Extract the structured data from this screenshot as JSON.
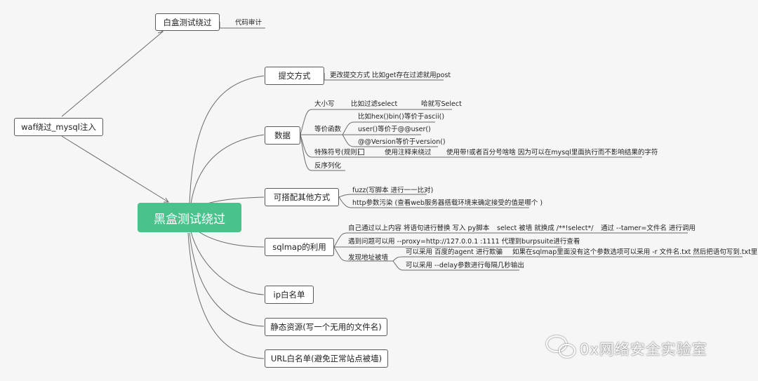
{
  "root": "黑盒测试绕过",
  "waf": "waf绕过_mysql注入",
  "whitebox": {
    "label": "白盒测试绕过",
    "child": "代码审计"
  },
  "branches": {
    "submit": {
      "label": "提交方式",
      "child": "更改提交方式  比如get存在过滤就用post"
    },
    "data": {
      "label": "数据",
      "case": {
        "label": "大小写",
        "c1": "比如过滤select",
        "c2": "哈就写Select"
      },
      "equiv": {
        "label": "等价函数",
        "c1": "比如hex()bin()等价于ascii()",
        "c2": "user()等价于@@user()",
        "c3": "@@Version等价于version()"
      },
      "special": {
        "label": "特殊符号(规则)",
        "c1": "使用注释来绕过",
        "c2": "使用带!或者百分号啥啥 因为可以在mysql里面执行而不影响结果的字符"
      },
      "deser": "反序列化"
    },
    "other": {
      "label": "可搭配其他方式",
      "c1": "fuzz(写脚本 进行一一比对)",
      "c2": "http参数污染  (查看web服务器搭载环境来确定接受的值是哪个 )"
    },
    "sqlmap": {
      "label": "sqlmap的利用",
      "r1a": "自己通过以上内容 将语句进行替换 写入 py脚本",
      "r1b": "select 被墙 就换成 /**!select*/",
      "r1c": "通过 --tamer=文件名 进行调用",
      "r2": "遇到问题可以用 --proxy=http://127.0.0.1 :1111  代理到burpsuite进行查看",
      "r3": "发现地址被墙",
      "r3a": "可以采用 百度的agent 进行欺骗",
      "r3b": "如果在sqlmap里面没有这个参数选项可以采用 -r 文件名.txt 然后把语句写到.txt里面",
      "r3c": "可以采用 --delay参数进行每隔几秒输出"
    },
    "ip": {
      "label": "ip白名单"
    },
    "static": {
      "label": "静态资源(写一个无用的文件名)"
    },
    "url": {
      "label": "URL白名单(避免正常站点被墙)"
    }
  },
  "watermark": "0x网络安全实验室",
  "colors": {
    "root": "#4ac28b",
    "line": "#6b6b6b",
    "background": "#f6f6f6",
    "border": "#5a5a5a"
  }
}
